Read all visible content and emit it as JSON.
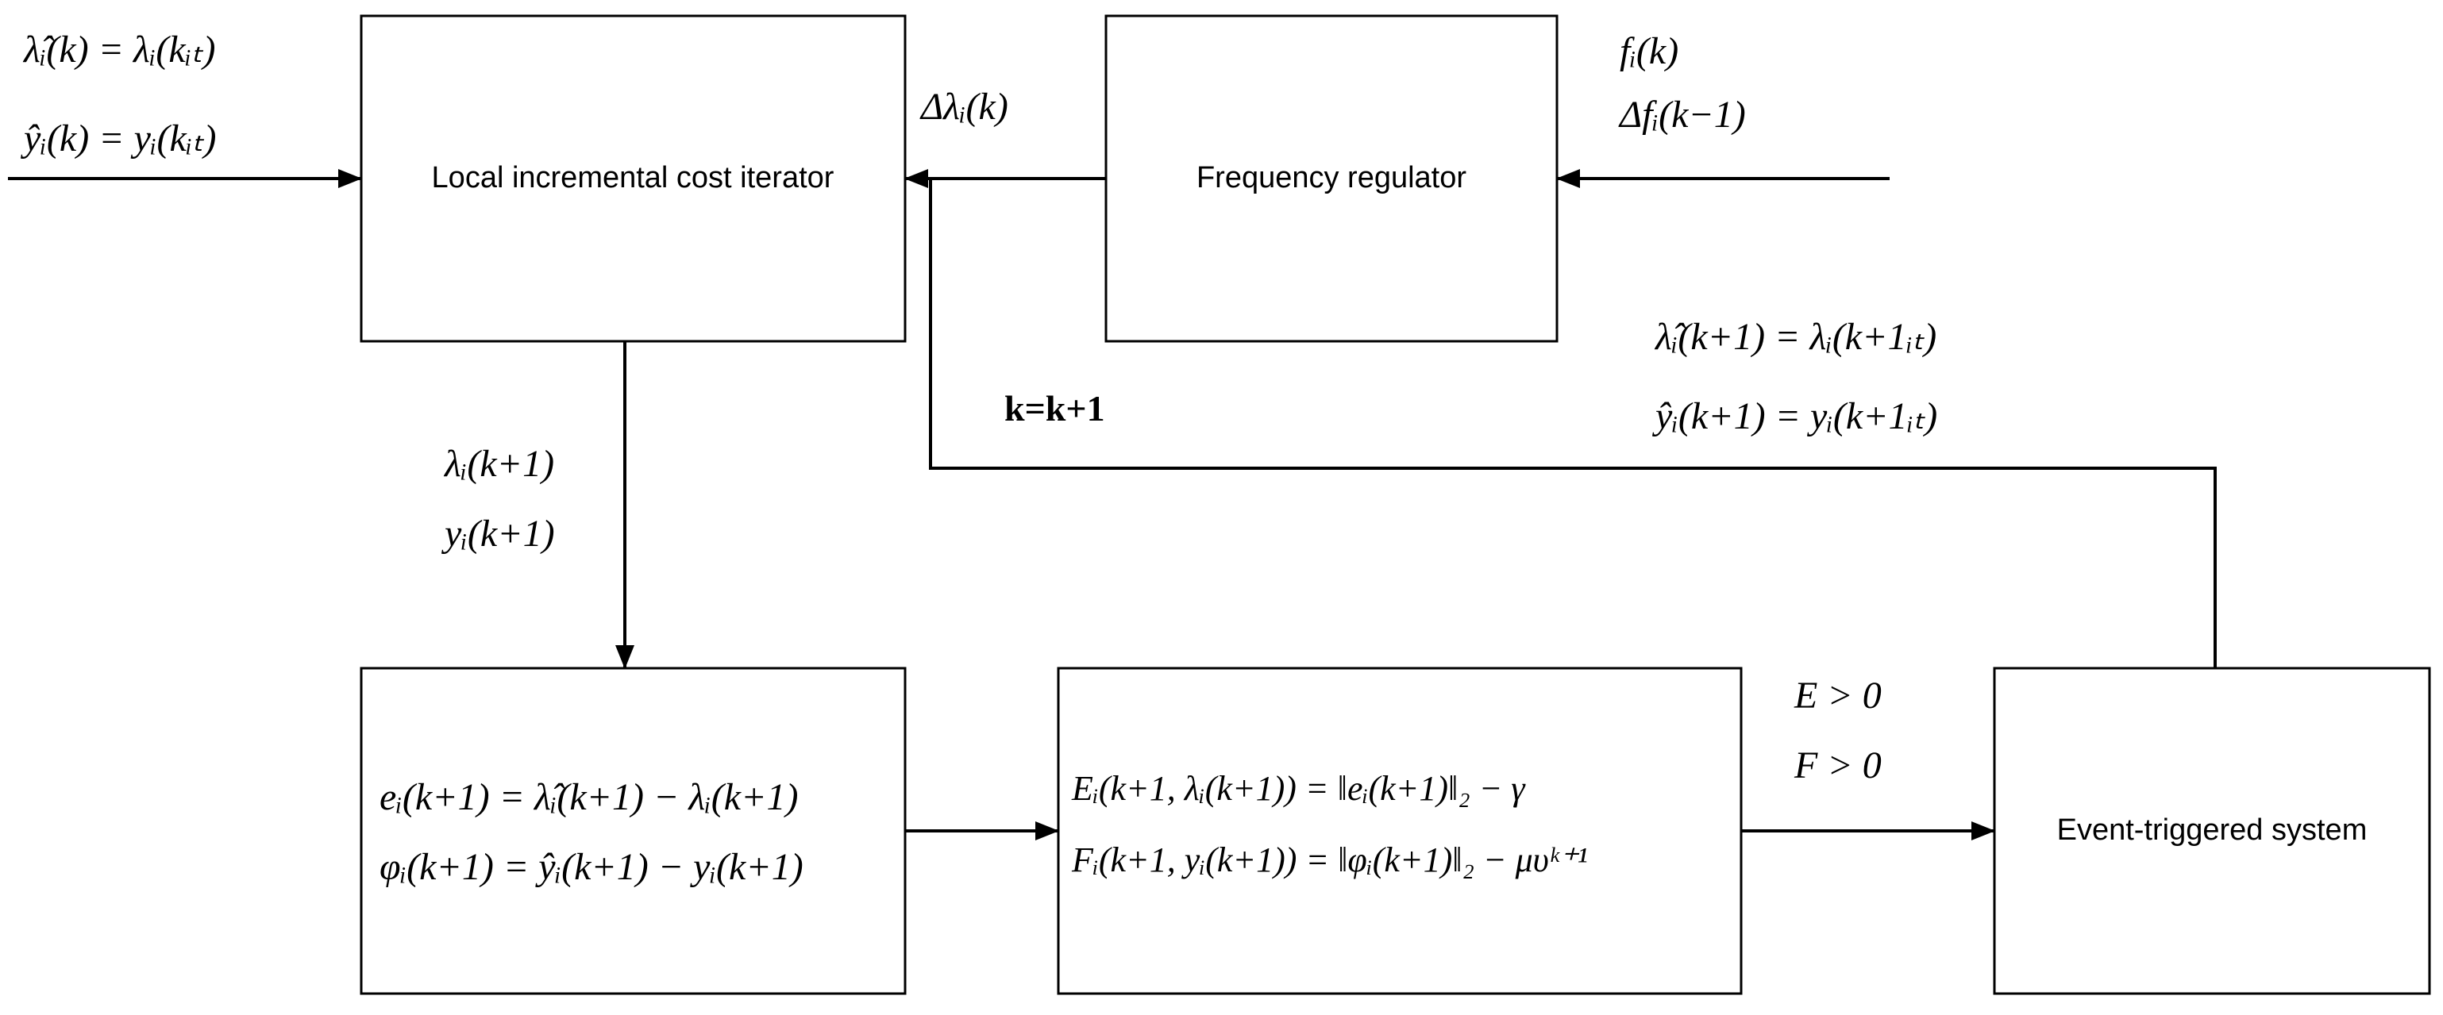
{
  "blocks": {
    "iterator": "Local incremental cost iterator",
    "regulator": "Frequency regulator",
    "error_calc": {
      "line1": "eᵢ(k+1) = λ̂ᵢ(k+1) − λᵢ(k+1)",
      "line2": "φᵢ(k+1) = ŷᵢ(k+1) − yᵢ(k+1)"
    },
    "trigger_fn": {
      "line1": "Eᵢ(k+1, λᵢ(k+1)) = ‖eᵢ(k+1)‖₂ − γ",
      "line2": "Fᵢ(k+1, yᵢ(k+1)) = ‖φᵢ(k+1)‖₂ − μυᵏ⁺¹"
    },
    "event_system": "Event-triggered system"
  },
  "signals": {
    "input_lambda": "λ̂ᵢ(k) = λᵢ(kᵢₜ)",
    "input_y": "ŷᵢ(k) = yᵢ(kᵢₜ)",
    "delta_lambda": "Δλᵢ(k)",
    "f_in": "fᵢ(k)",
    "delta_f_in": "Δfᵢ(k−1)",
    "fb_lambda": "λ̂ᵢ(k+1) = λᵢ(k+1ᵢₜ)",
    "fb_y": "ŷᵢ(k+1) = yᵢ(k+1ᵢₜ)",
    "k_update": "k=k+1",
    "out_lambda": "λᵢ(k+1)",
    "out_y": "yᵢ(k+1)",
    "cond_E": "E > 0",
    "cond_F": "F > 0"
  }
}
